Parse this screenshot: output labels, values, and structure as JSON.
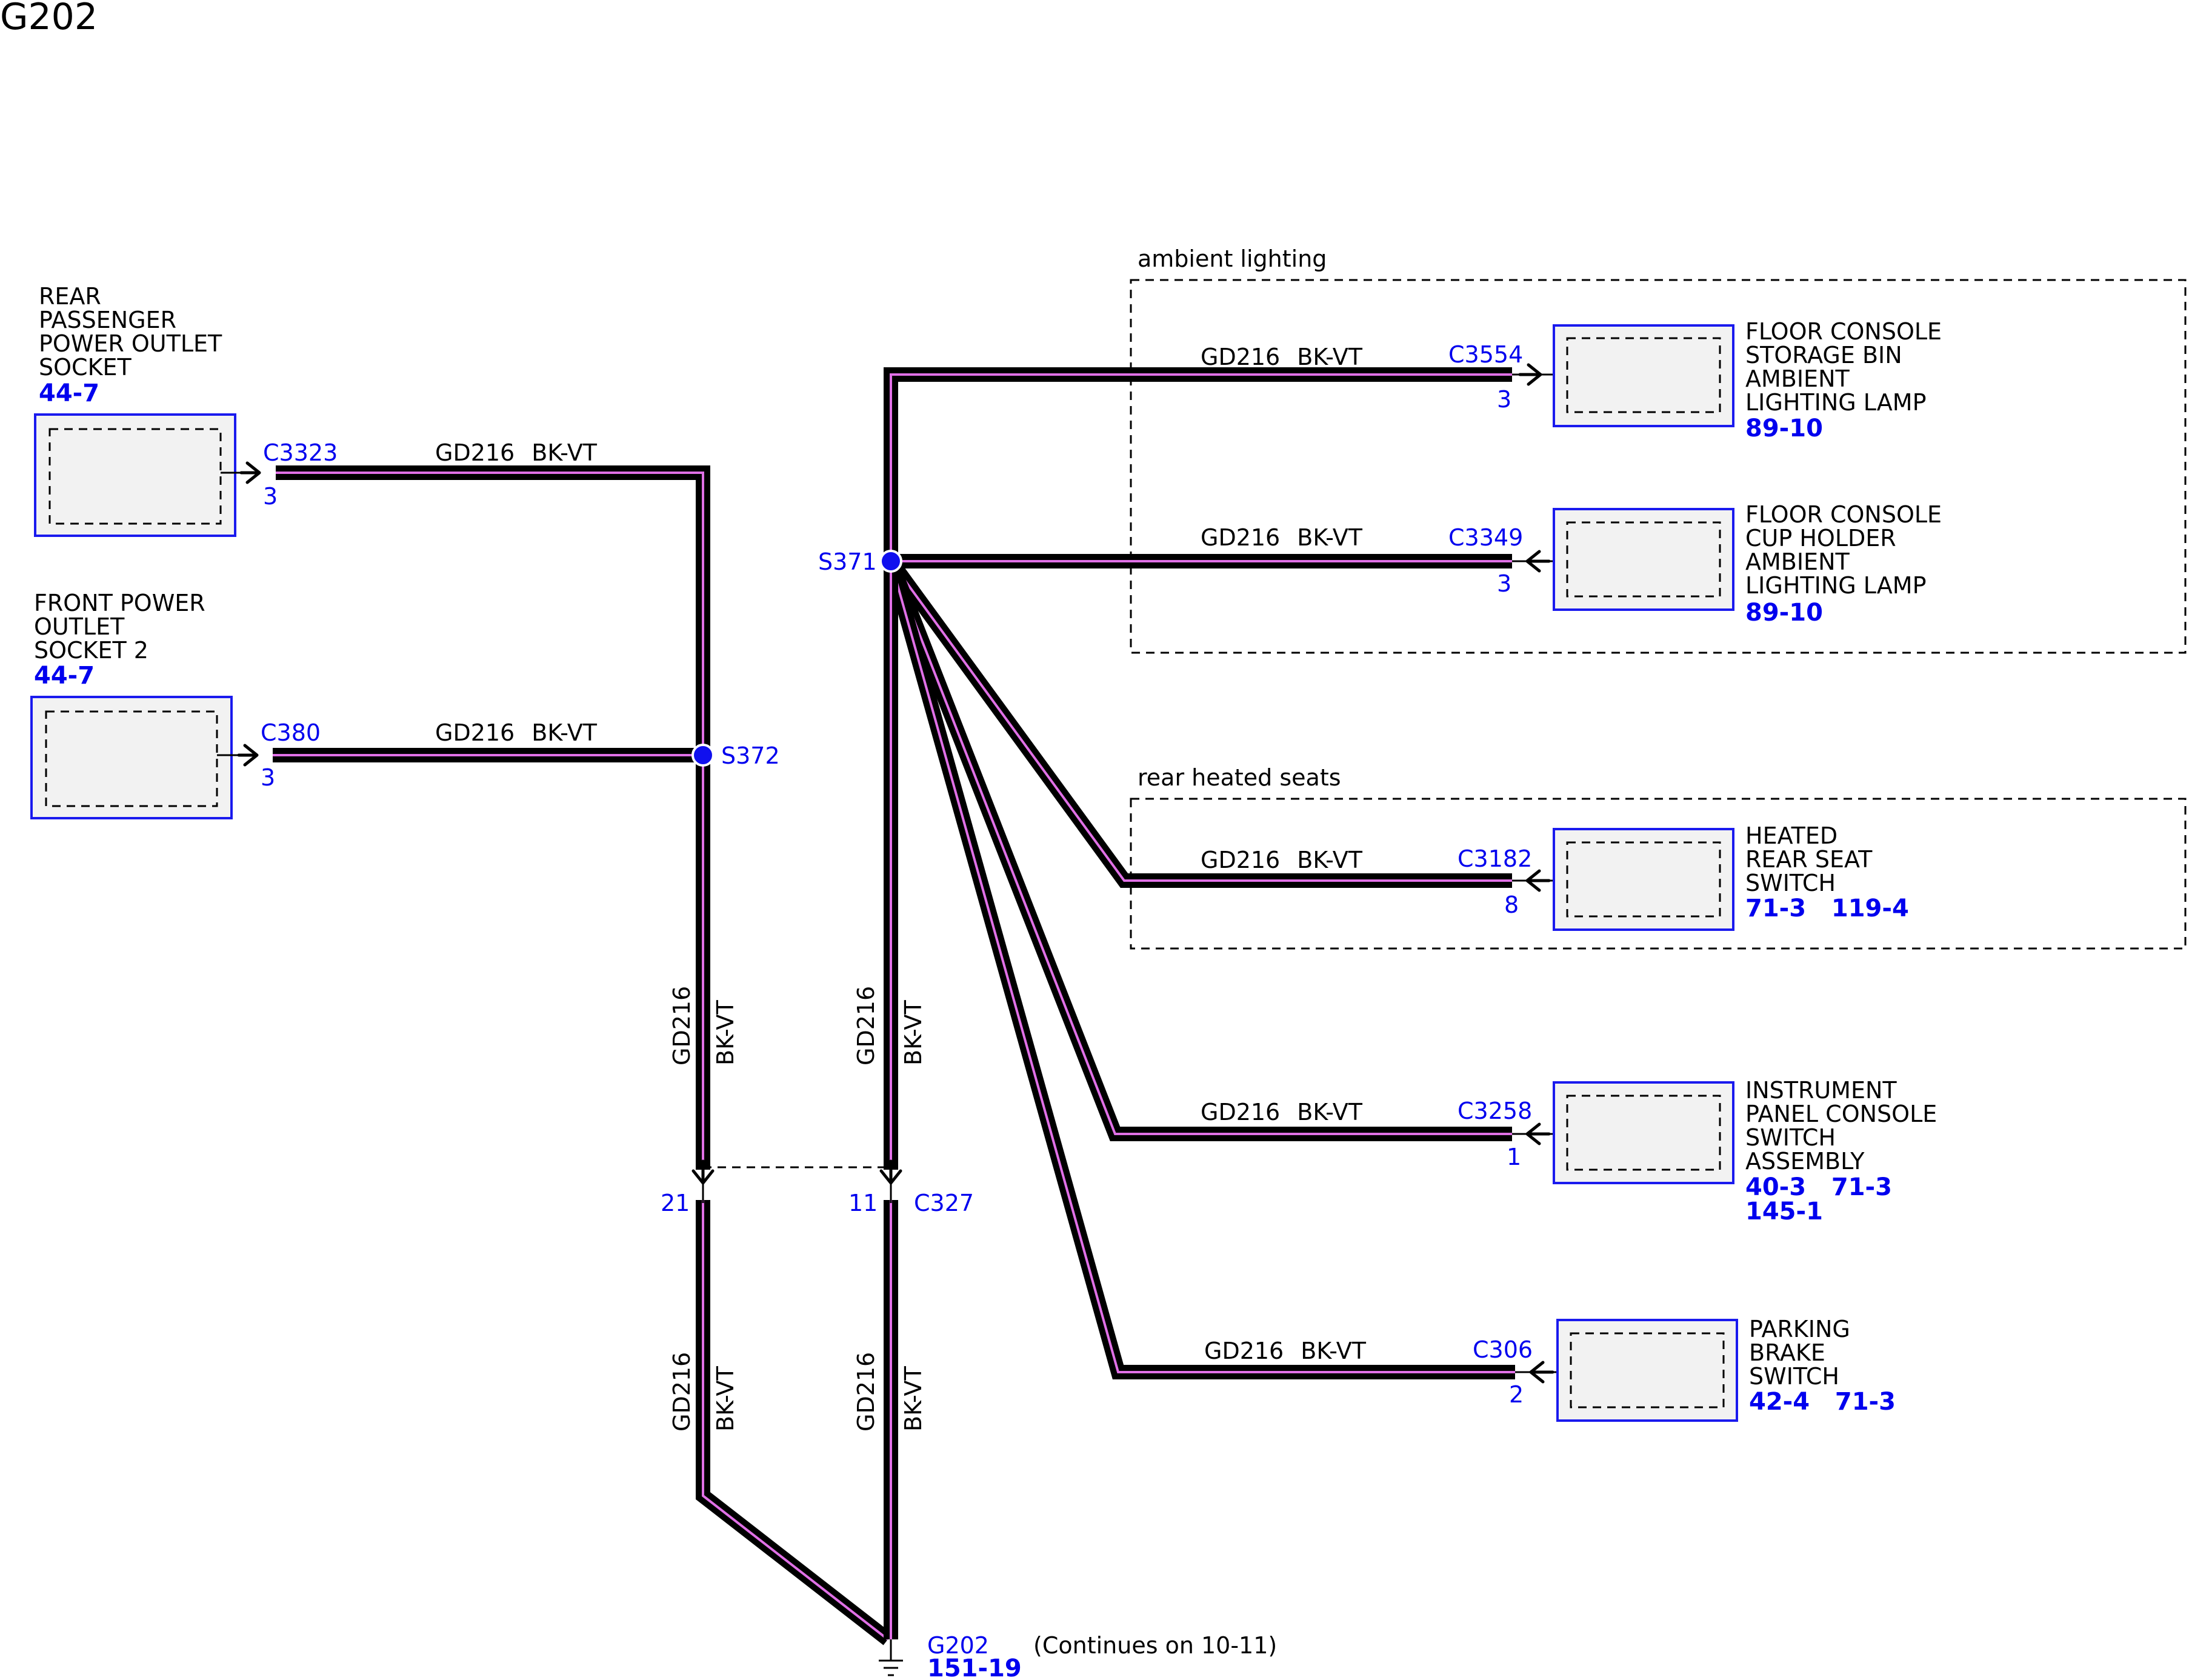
{
  "title": "G202",
  "wire": {
    "circuit": "GD216",
    "color": "BK-VT"
  },
  "groups": {
    "ambient": "ambient lighting",
    "rear_seats": "rear heated seats"
  },
  "left_components": {
    "rear_outlet": {
      "lines": [
        "REAR",
        "PASSENGER",
        "POWER OUTLET",
        "SOCKET"
      ],
      "ref": "44-7",
      "connector": "C3323",
      "pin": "3"
    },
    "front_outlet": {
      "lines": [
        "FRONT POWER",
        "OUTLET",
        "SOCKET 2"
      ],
      "ref": "44-7",
      "connector": "C380",
      "pin": "3"
    }
  },
  "right_components": {
    "storage_bin": {
      "lines": [
        "FLOOR CONSOLE",
        "STORAGE BIN",
        "AMBIENT",
        "LIGHTING LAMP"
      ],
      "refs": "89-10",
      "connector": "C3554",
      "pin": "3"
    },
    "cup_holder": {
      "lines": [
        "FLOOR CONSOLE",
        "CUP HOLDER",
        "AMBIENT",
        "LIGHTING LAMP"
      ],
      "refs": "89-10",
      "connector": "C3349",
      "pin": "3"
    },
    "heated_seat": {
      "lines": [
        "HEATED",
        "REAR SEAT",
        "SWITCH"
      ],
      "refs": "71-3   119-4",
      "connector": "C3182",
      "pin": "8"
    },
    "ip_console": {
      "lines": [
        "INSTRUMENT",
        "PANEL CONSOLE",
        "SWITCH",
        "ASSEMBLY"
      ],
      "refs": "40-3   71-3",
      "refs2": "145-1",
      "connector": "C3258",
      "pin": "1"
    },
    "parking_brake": {
      "lines": [
        "PARKING",
        "BRAKE",
        "SWITCH"
      ],
      "refs": "42-4   71-3",
      "connector": "C306",
      "pin": "2"
    }
  },
  "splices": {
    "s372": "S372",
    "s371": "S371"
  },
  "inline_connector": {
    "name": "C327",
    "pin_left": "21",
    "pin_right": "11"
  },
  "ground": {
    "name": "G202",
    "ref": "151-19",
    "note": "(Continues on 10-11)"
  },
  "colors": {
    "connector_text": "#0000ee",
    "wire_stripe": "#e070e6",
    "component_fill": "#f2f2f2"
  }
}
